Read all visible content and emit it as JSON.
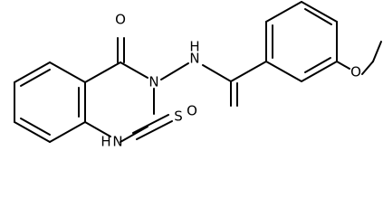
{
  "molecule": {
    "type": "structural-formula",
    "atoms": {
      "oxygen_carbonyl_ring": "O",
      "nitrogen_ring": "N",
      "nitrogen_amide": "N",
      "hydrogen_amide": "H",
      "oxygen_amide": "O",
      "oxygen_ether": "O",
      "sulfur": "S",
      "hydrogen_nh1": "H",
      "nitrogen_nh1": "N"
    },
    "colors": {
      "bond": "#000000",
      "label": "#000000",
      "background": "#ffffff"
    }
  }
}
